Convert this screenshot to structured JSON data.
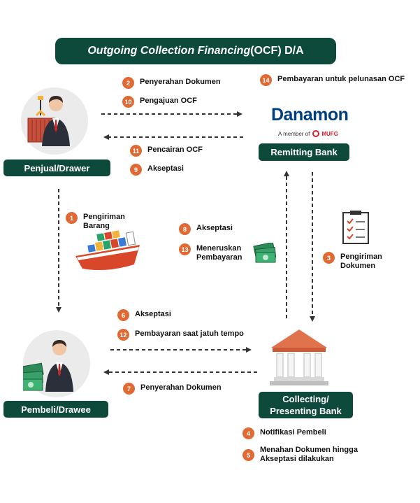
{
  "title": {
    "italic": "Outgoing Collection Financing",
    "rest": " (OCF) D/A"
  },
  "parties": {
    "seller": "Penjual/Drawer",
    "remitting": "Remitting Bank",
    "buyer": "Pembeli/Drawee",
    "collecting_line1": "Collecting/",
    "collecting_line2": "Presenting Bank"
  },
  "bank_logo": {
    "name": "Danamon",
    "member_text": "A member of",
    "group": "MUFG"
  },
  "steps": [
    {
      "num": "1",
      "line1": "Pengiriman",
      "line2": "Barang"
    },
    {
      "num": "2",
      "line1": "Penyerahan Dokumen"
    },
    {
      "num": "3",
      "line1": "Pengiriman",
      "line2": "Dokumen"
    },
    {
      "num": "4",
      "line1": "Notifikasi Pembeli"
    },
    {
      "num": "5",
      "line1": "Menahan Dokumen hingga",
      "line2": "Akseptasi dilakukan"
    },
    {
      "num": "6",
      "line1": "Akseptasi"
    },
    {
      "num": "7",
      "line1": "Penyerahan Dokumen"
    },
    {
      "num": "8",
      "line1": "Akseptasi"
    },
    {
      "num": "9",
      "line1": "Akseptasi"
    },
    {
      "num": "10",
      "line1": "Pengajuan OCF"
    },
    {
      "num": "11",
      "line1": "Pencairan OCF"
    },
    {
      "num": "12",
      "line1": "Pembayaran saat jatuh tempo"
    },
    {
      "num": "13",
      "line1": "Meneruskan",
      "line2": "Pembayaran"
    },
    {
      "num": "14",
      "line1": "Pembayaran untuk pelunasan OCF"
    }
  ],
  "colors": {
    "primary": "#0e4a3c",
    "badge": "#e06a34",
    "danamon": "#003f7d",
    "mufg": "#d2202f"
  }
}
